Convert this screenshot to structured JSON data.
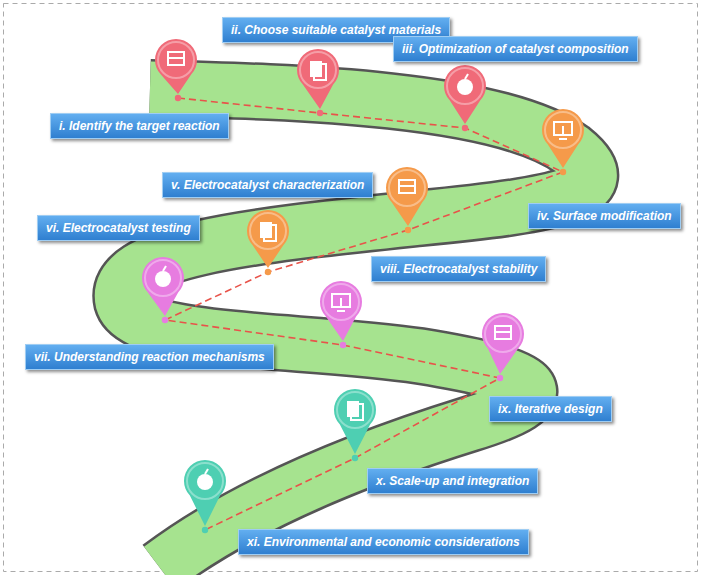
{
  "diagram": {
    "nodes": [
      {
        "text": [
          "i. Identify the target reaction"
        ]
      },
      {
        "text": [
          "ii. Choose suitable catalyst materials"
        ]
      },
      {
        "text": [
          "iii. Optimization of catalyst composition"
        ]
      },
      {
        "text": [
          "iv. Surface modification"
        ]
      },
      {
        "text": [
          "v. Electrocatalyst characterization"
        ]
      },
      {
        "text": [
          "vi. Electrocatalyst testing"
        ]
      },
      {
        "text": [
          "vii. Understanding reaction mechanisms"
        ]
      },
      {
        "text": [
          "viii. Electrocatalyst stability"
        ]
      },
      {
        "text": [
          "ix. Iterative design"
        ]
      },
      {
        "text": [
          "x. Scale-up and integration"
        ]
      },
      {
        "text": [
          "xi. Environmental and economic considerations"
        ]
      }
    ]
  }
}
